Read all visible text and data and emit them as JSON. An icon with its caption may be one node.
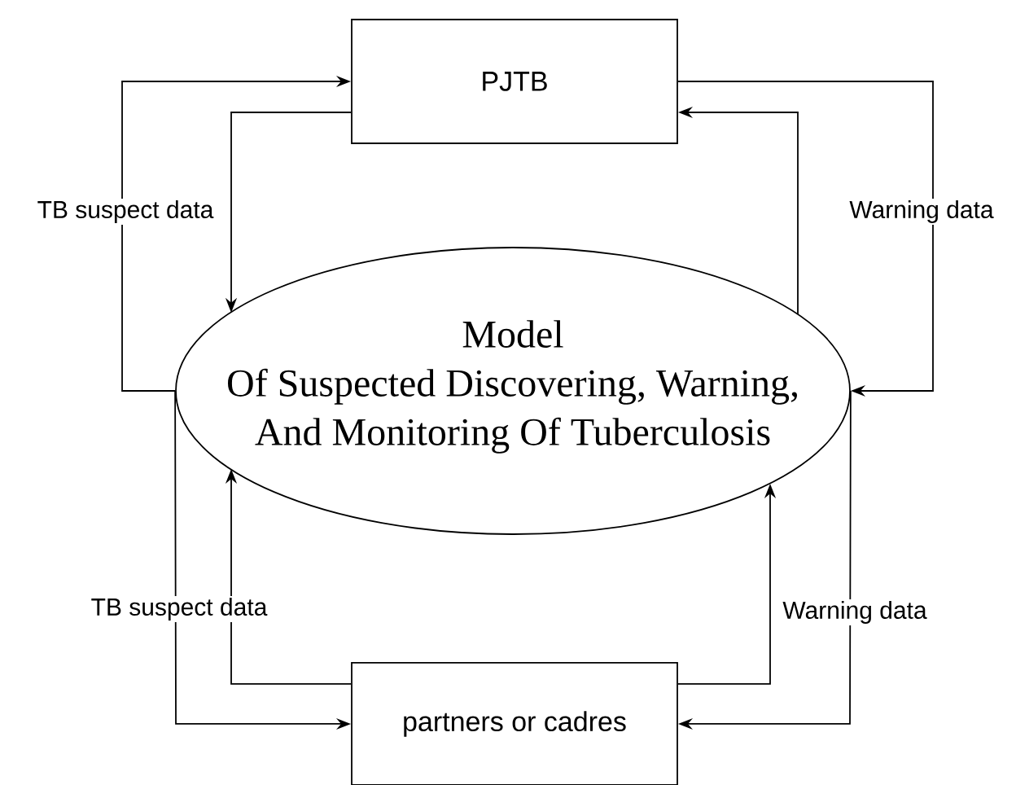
{
  "diagram": {
    "nodes": [
      {
        "text": [
          "PJTB"
        ]
      },
      {
        "text": [
          "Model",
          "Of Suspected Discovering, Warning, And Monitoring Of Tuberculosis"
        ]
      },
      {
        "text": [
          "partners or cadres"
        ]
      }
    ],
    "edges": [
      {
        "from": 1,
        "to": 0,
        "arrow": "to",
        "label": "TB suspect data"
      },
      {
        "from": 0,
        "to": 1,
        "arrow": "to"
      },
      {
        "from": 0,
        "to": 1,
        "arrow": "to",
        "label": "Warning data"
      },
      {
        "from": 1,
        "to": 0,
        "arrow": "to"
      },
      {
        "from": 1,
        "to": 2,
        "arrow": "to",
        "label": "TB suspect data"
      },
      {
        "from": 2,
        "to": 1,
        "arrow": "to"
      },
      {
        "from": 2,
        "to": 1,
        "arrow": "to"
      },
      {
        "from": 1,
        "to": 2,
        "arrow": "to",
        "label": "Warning data"
      }
    ]
  }
}
